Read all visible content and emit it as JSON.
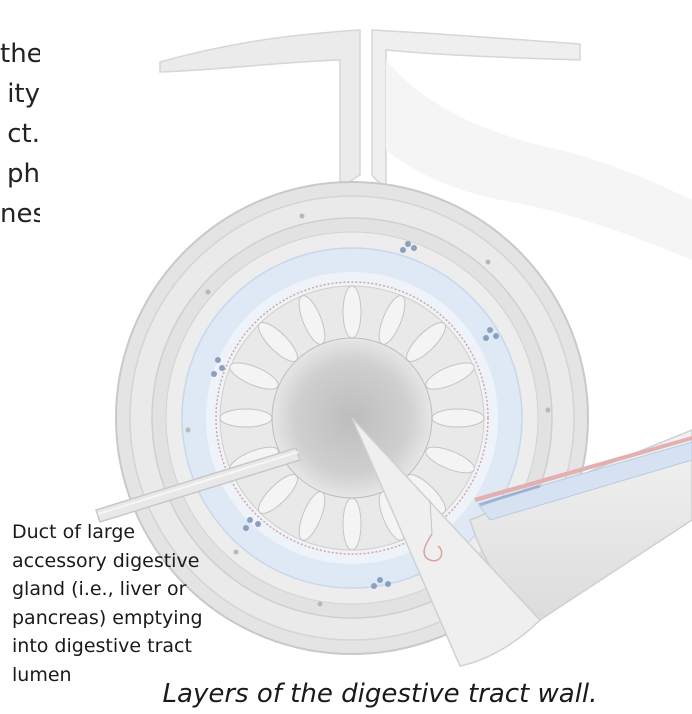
{
  "side_text_fragments": [
    "the",
    "ity",
    "ct.",
    "ph",
    "nes"
  ],
  "duct_label_lines": [
    "Duct of large",
    "accessory digestive",
    "gland (i.e., liver or",
    "pancreas) emptying",
    "into digestive tract",
    "lumen"
  ],
  "caption": "Layers of the digestive tract wall."
}
